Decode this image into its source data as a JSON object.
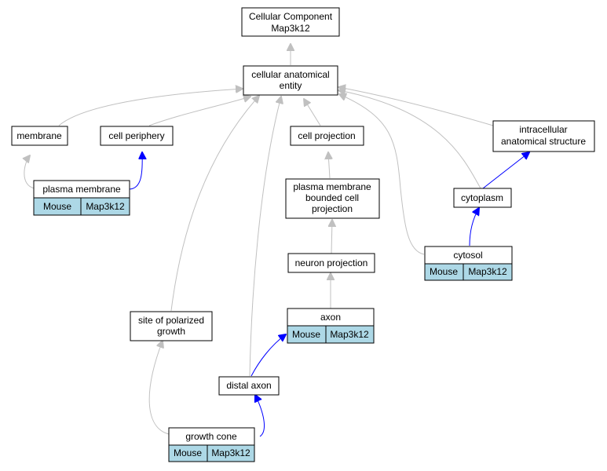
{
  "diagram": {
    "nodes": {
      "root": {
        "lines": [
          "Cellular Component",
          "Map3k12"
        ]
      },
      "cae": {
        "lines": [
          "cellular anatomical",
          "entity"
        ]
      },
      "membrane": {
        "lines": [
          "membrane"
        ]
      },
      "cell_periphery": {
        "lines": [
          "cell periphery"
        ]
      },
      "cell_projection": {
        "lines": [
          "cell projection"
        ]
      },
      "intracellular": {
        "lines": [
          "intracellular",
          "anatomical structure"
        ]
      },
      "plasma_membrane": {
        "lines": [
          "plasma membrane"
        ],
        "cells": [
          "Mouse",
          "Map3k12"
        ]
      },
      "pmbcp": {
        "lines": [
          "plasma membrane",
          "bounded cell",
          "projection"
        ]
      },
      "cytoplasm": {
        "lines": [
          "cytoplasm"
        ]
      },
      "neuron_projection": {
        "lines": [
          "neuron projection"
        ]
      },
      "cytosol": {
        "lines": [
          "cytosol"
        ],
        "cells": [
          "Mouse",
          "Map3k12"
        ]
      },
      "axon": {
        "lines": [
          "axon"
        ],
        "cells": [
          "Mouse",
          "Map3k12"
        ]
      },
      "site_polarized": {
        "lines": [
          "site of polarized",
          "growth"
        ]
      },
      "distal_axon": {
        "lines": [
          "distal axon"
        ]
      },
      "growth_cone": {
        "lines": [
          "growth cone"
        ],
        "cells": [
          "Mouse",
          "Map3k12"
        ]
      }
    },
    "colors": {
      "annotation_cell": "#add8e6",
      "is_a_edge": "#c0c0c0",
      "part_of_edge": "#0000ff"
    }
  }
}
